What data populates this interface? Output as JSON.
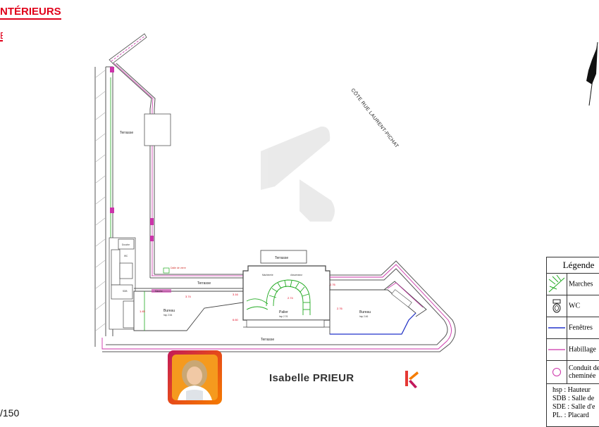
{
  "header": {
    "title": "NTÉRIEURS",
    "subtitle": "E"
  },
  "scale_text": "/150",
  "street_label": "CÔTE RUE LAURENT-PICHAT",
  "rooms": {
    "terrasse_main": "Terrasse",
    "terrasse_bottom": "Terrasse",
    "terrasse_top": "Terrasse",
    "terrasse_corridor": "Terrasse",
    "machinerie": "Machinerie",
    "ascenseur": "d'ascenseur",
    "palier": "Palier",
    "palier_hsp": "hsp 2.76",
    "bureau_left": "Bureau",
    "bureau_left_hsp": "hsp 2.54",
    "bureau_right": "Bureau",
    "bureau_right_hsp": "hsp 2.46",
    "sdb": "SDB",
    "douche": "Douche",
    "marche": "Marche",
    "dalle_verre": "Dalle de verre",
    "wc": "WC"
  },
  "annotations": {
    "h1": "3.74",
    "h2": "2.74",
    "h3": "2.76",
    "h4": "2.76",
    "h5": "3.16",
    "h6": "6.60",
    "h7": "1.45"
  },
  "agent": {
    "name": "Isabelle PRIEUR"
  },
  "legend": {
    "title": "Légende",
    "items": [
      {
        "label": "Marches"
      },
      {
        "label": "WC"
      },
      {
        "label": "Fenêtres"
      },
      {
        "label": "Habillage"
      },
      {
        "label": "Conduit de\ncheminée"
      }
    ],
    "notes": [
      "hsp :  Hauteur",
      "SDB : Salle de",
      "SDE : Salle d'e",
      "PL. : Placard"
    ]
  },
  "colors": {
    "wall": "#555555",
    "habillage": "#cc33aa",
    "window": "#2233cc",
    "marches": "#22aa22",
    "accent": "#e0001a"
  }
}
